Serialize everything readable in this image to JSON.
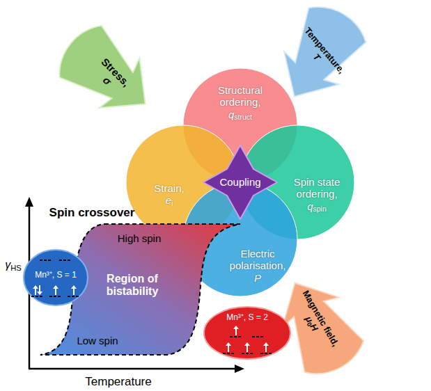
{
  "diagram": {
    "nodes": [
      {
        "text": [
          "Stress,",
          "σ"
        ]
      },
      {
        "text": [
          "Temperature,",
          "T"
        ]
      },
      {
        "text": [
          "Structural ordering,",
          "q",
          "struct"
        ]
      },
      {
        "text": [
          "Strain,",
          "e",
          "i"
        ]
      },
      {
        "text": [
          "Coupling"
        ]
      },
      {
        "text": [
          "Spin state ordering,",
          "q",
          "spin"
        ]
      },
      {
        "text": [
          "Electric polarisation,",
          "P"
        ]
      },
      {
        "text": [
          "Magnetic field,",
          "μ",
          "0",
          "H"
        ]
      },
      {
        "text": [
          "High spin",
          "Region of bistability",
          "Low spin"
        ]
      },
      {
        "text": [
          "Mn³⁺, S = 1"
        ]
      },
      {
        "text": [
          "Mn³⁺, S = 2"
        ]
      }
    ],
    "edges": [],
    "labels": [
      "Spin crossover",
      "γ",
      "HS",
      "Temperature"
    ]
  }
}
